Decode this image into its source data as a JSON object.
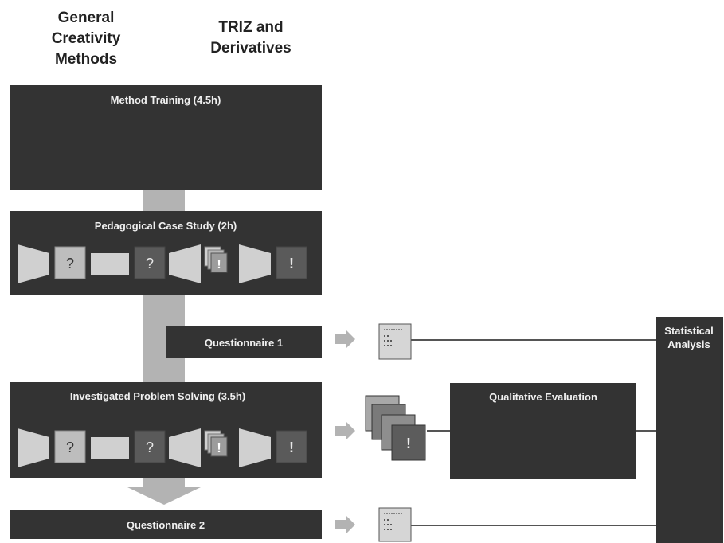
{
  "headers": {
    "general": "General Creativity Methods",
    "triz": "TRIZ and Derivatives"
  },
  "blocks": {
    "method_training": "Method Training (4.5h)",
    "pedagogical_case": "Pedagogical Case Study (2h)",
    "questionnaire_1": "Questionnaire 1",
    "investigated_problem": "Investigated Problem Solving (3.5h)",
    "questionnaire_2": "Questionnaire 2",
    "qualitative_evaluation": "Qualitative Evaluation",
    "statistical_analysis": "Statistical Analysis"
  },
  "symbols": {
    "question": "?",
    "exclamation": "!"
  },
  "colors": {
    "block": "#333333",
    "flow": "#b3b3b3",
    "light_shape": "#d0d0d0",
    "dark_square": "#5a5a5a"
  }
}
